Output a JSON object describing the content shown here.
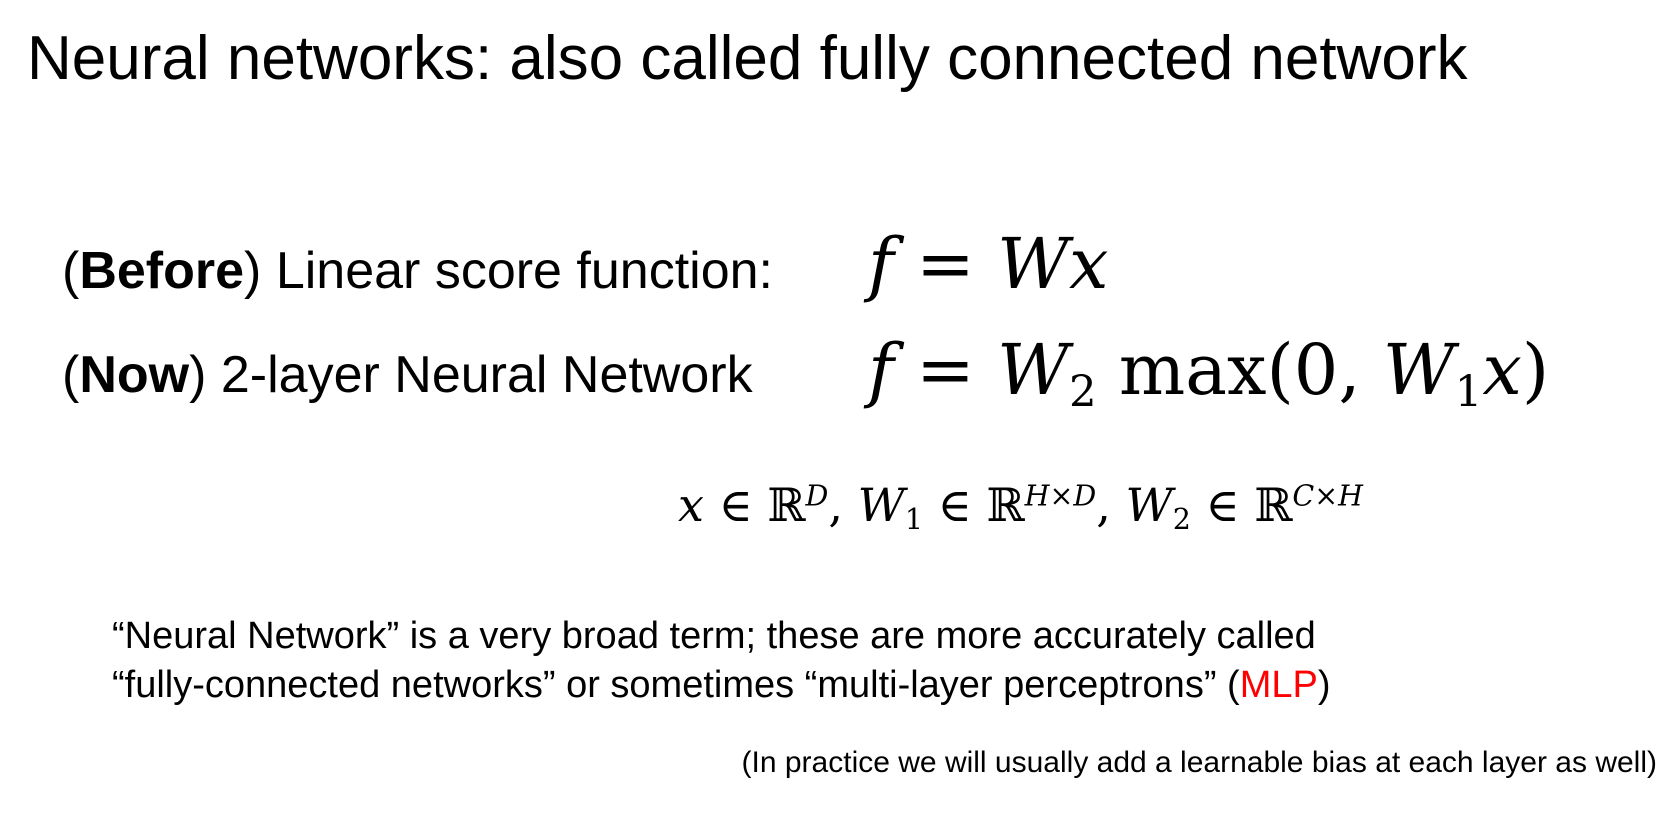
{
  "title": "Neural networks: also called fully connected network",
  "before_row": {
    "paren_open": "(",
    "bold": "Before",
    "paren_close": ")",
    "label": " Linear score function:"
  },
  "now_row": {
    "paren_open": "(",
    "bold": "Now",
    "paren_close": ")",
    "label": " 2-layer Neural Network"
  },
  "eq_before": {
    "f": "f",
    "eq": " = ",
    "W": "W",
    "x": "x"
  },
  "eq_now": {
    "f": "f",
    "eq": " = ",
    "W": "W",
    "sub2": "2",
    "max": " max(0, ",
    "W1": "W",
    "sub1": "1",
    "x": "x",
    "close": ")"
  },
  "eq_dims": {
    "x": "x",
    "in1": " ∈ ",
    "R1": "ℝ",
    "sup1": "D",
    "comma1": ", ",
    "W1": "W",
    "sub1": "1",
    "in2": " ∈ ",
    "R2": "ℝ",
    "sup2": "H×D",
    "comma2": ", ",
    "W2": "W",
    "sub2": "2",
    "in3": " ∈ ",
    "R3": "ℝ",
    "sup3": "C×H"
  },
  "note": {
    "line1": "“Neural Network” is a very broad term; these are more accurately called",
    "line2_prefix": "“fully-connected networks” or sometimes “multi-layer perceptrons” (",
    "mlp": "MLP",
    "line2_suffix": ")",
    "mlp_color": "#ff0000"
  },
  "footnote": "(In practice we will usually add a learnable bias at each layer as well)"
}
